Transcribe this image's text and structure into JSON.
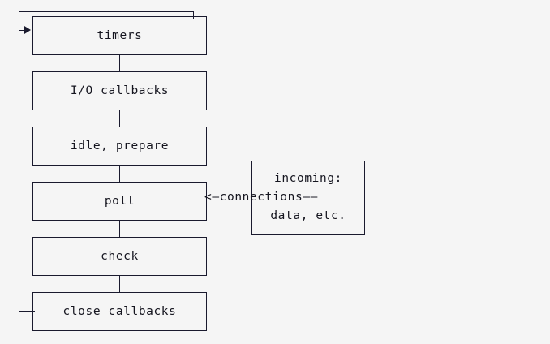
{
  "diagram": {
    "title": "node-event-loop-phases",
    "background_color": "#f5f5f5",
    "line_color": "#1a1a2e",
    "text_color": "#15151f",
    "phases": [
      {
        "label": "timers"
      },
      {
        "label": "I/O callbacks"
      },
      {
        "label": "idle, prepare"
      },
      {
        "label": "poll"
      },
      {
        "label": "check"
      },
      {
        "label": "close callbacks"
      }
    ],
    "incoming_box": {
      "line1": "incoming:",
      "line2": "data, etc."
    },
    "connections_arrow": {
      "label": "<—connections——"
    }
  }
}
